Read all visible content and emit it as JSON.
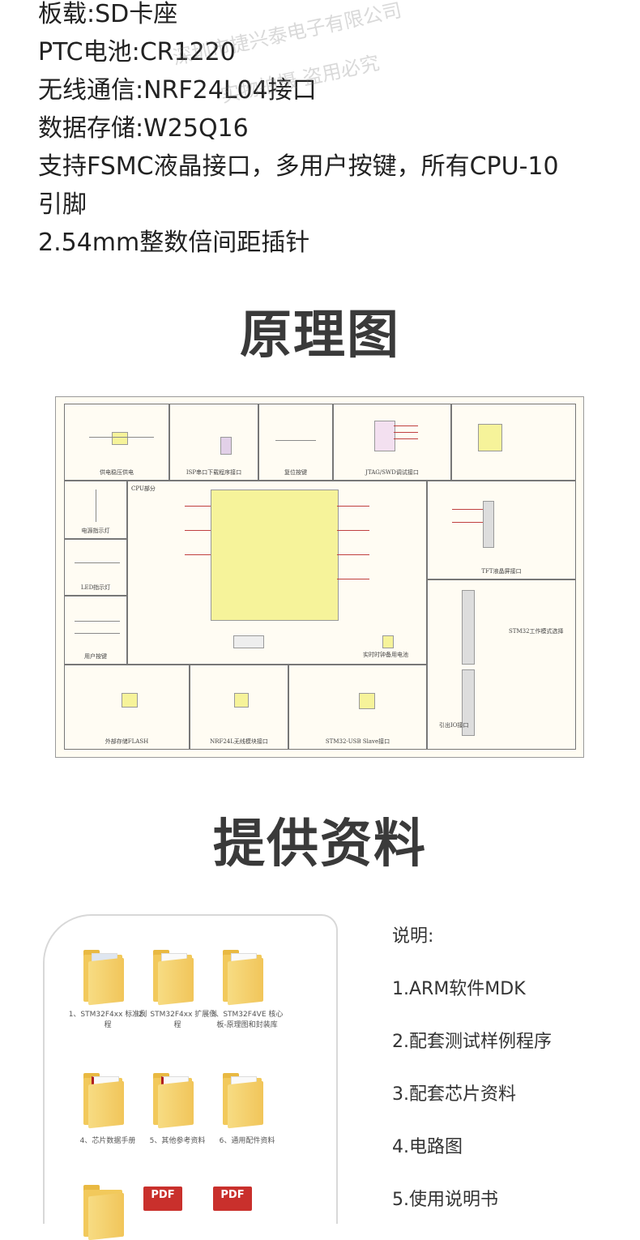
{
  "specs": [
    "板载:SD卡座",
    "PTC电池:CR1220",
    "无线通信:NRF24L04接口",
    "数据存储:W25Q16",
    "支持FSMC液晶接口，多用户按键，所有CPU-10",
    "引脚",
    "2.54mm整数倍间距插针"
  ],
  "watermark": {
    "line1": "深圳市捷兴泰电子有限公司",
    "line2": "实物拍摄 盗用必究"
  },
  "schematic_section": {
    "title": "原理图",
    "blocks": [
      "供电稳压供电",
      "ISP串口下载程序接口",
      "复位按键",
      "JTAG/SWD调试接口",
      "电源指示灯",
      "LED指示灯",
      "用户按键",
      "TFT液晶屏接口",
      "STM32工作模式选择",
      "实时时钟备用电池",
      "外部存储FLASH",
      "NRF24L无线模块接口",
      "STM32-USB Slave接口",
      "引出IO接口"
    ],
    "cpu_label": "CPU部分"
  },
  "docs_section": {
    "title": "提供资料",
    "folders": [
      "1、STM32F4xx 标准例程",
      "2、STM32F4xx 扩展例程",
      "3、STM32F4VE 核心板-原理图和封装库",
      "4、芯片数据手册",
      "5、其他参考资料",
      "6、通用配件资料"
    ],
    "pdf_label": "PDF",
    "heading": "说明:",
    "items": [
      "1.ARM软件MDK",
      "2.配套测试样例程序",
      "3.配套芯片资料",
      "4.电路图",
      "5.使用说明书"
    ]
  }
}
